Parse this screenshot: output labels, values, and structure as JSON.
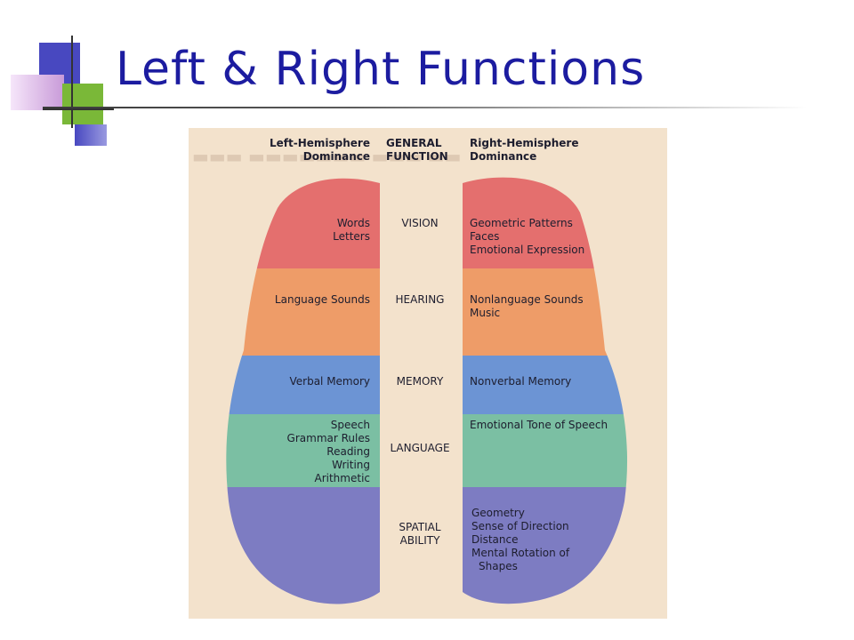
{
  "slide": {
    "title": "Left & Right Functions"
  },
  "diagram": {
    "headers": {
      "left": [
        "Left-Hemisphere",
        "Dominance"
      ],
      "center": [
        "GENERAL",
        "FUNCTION"
      ],
      "right": [
        "Right-Hemisphere",
        "Dominance"
      ]
    },
    "bands": [
      {
        "function": [
          "VISION"
        ],
        "left": [
          "Words",
          "Letters"
        ],
        "right": [
          "Geometric Patterns",
          "Faces",
          "Emotional Expression"
        ],
        "color": "#e46f6e"
      },
      {
        "function": [
          "HEARING"
        ],
        "left": [
          "Language Sounds"
        ],
        "right": [
          "Nonlanguage Sounds",
          "Music"
        ],
        "color": "#ee9c68"
      },
      {
        "function": [
          "MEMORY"
        ],
        "left": [
          "Verbal Memory"
        ],
        "right": [
          "Nonverbal Memory"
        ],
        "color": "#6c94d4"
      },
      {
        "function": [
          "LANGUAGE"
        ],
        "left": [
          "Speech",
          "Grammar Rules",
          "Reading",
          "Writing",
          "Arithmetic"
        ],
        "right": [
          "Emotional Tone of Speech"
        ],
        "color": "#7bbfa3"
      },
      {
        "function": [
          "SPATIAL",
          "ABILITY"
        ],
        "left": [],
        "right": [
          "Geometry",
          "Sense of Direction",
          "Distance",
          "Mental Rotation of",
          "Shapes"
        ],
        "color": "#7d7cc2"
      }
    ],
    "background_color": "#f3e2cc"
  },
  "colors": {
    "title": "#1c1ca0",
    "deco_blue": "#4848c0",
    "deco_green": "#7ab838",
    "deco_violet": "#c89ad8"
  }
}
